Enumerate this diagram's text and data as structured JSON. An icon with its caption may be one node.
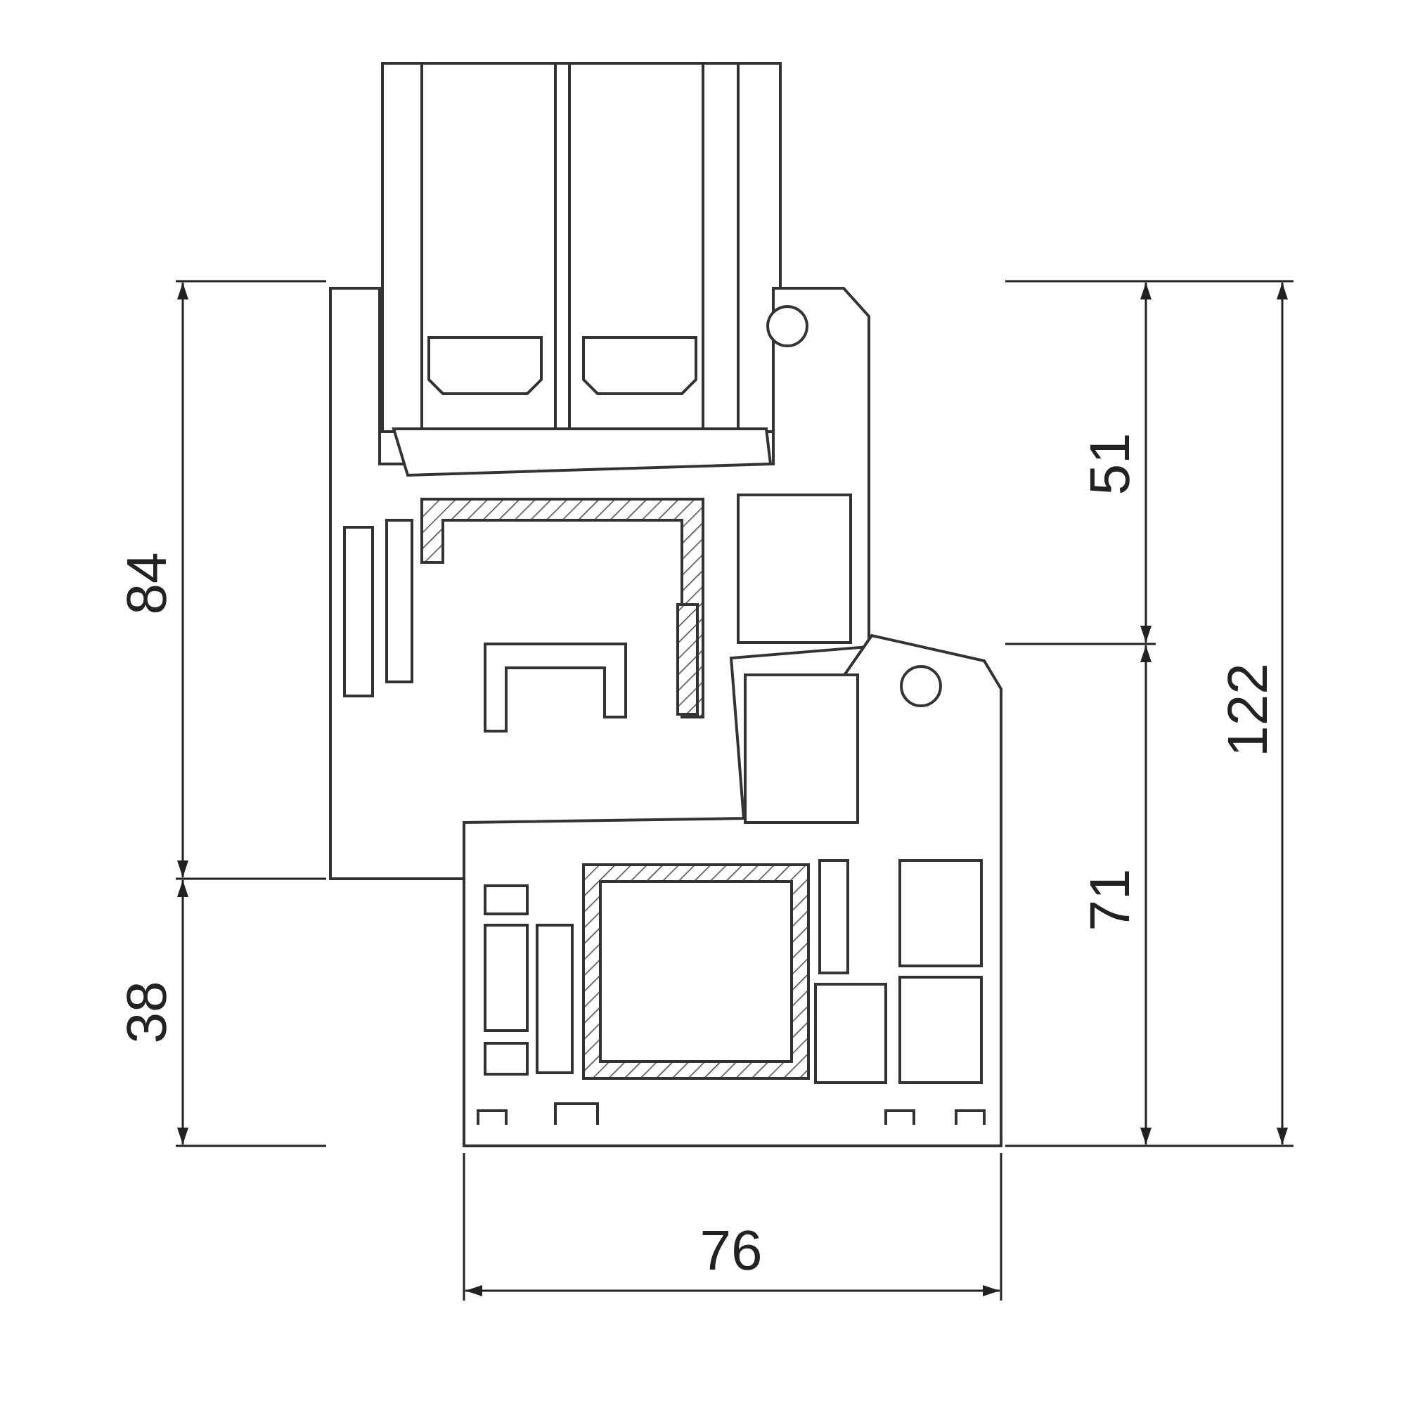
{
  "diagram": {
    "labels": [
      "51",
      "84",
      "122",
      "71",
      "38",
      "76"
    ]
  }
}
